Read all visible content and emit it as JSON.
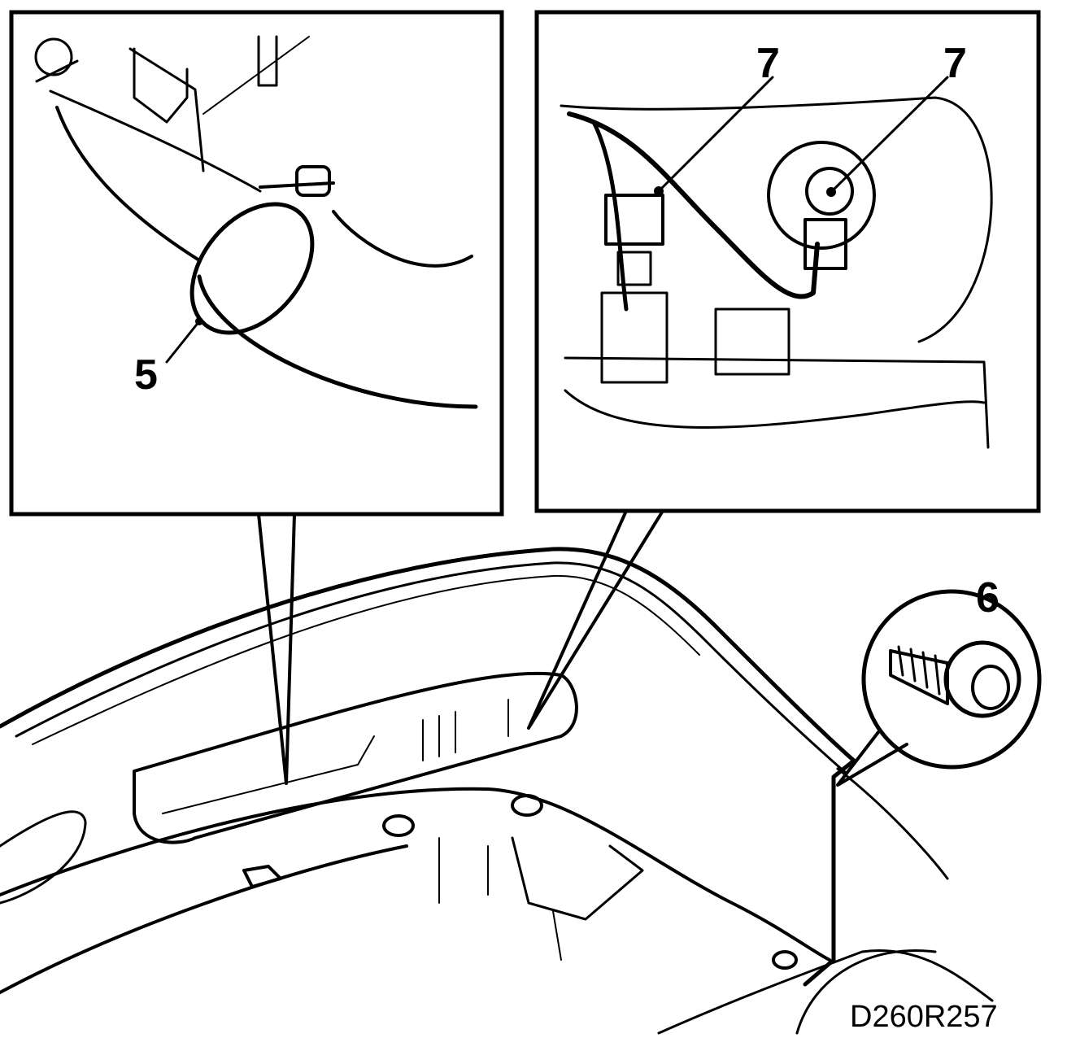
{
  "diagram": {
    "callouts": {
      "part_5": "5",
      "part_6": "6",
      "part_7a": "7",
      "part_7b": "7"
    },
    "figure_id": "D260R257"
  },
  "colors": {
    "ink": "#000000",
    "paper": "#ffffff"
  }
}
